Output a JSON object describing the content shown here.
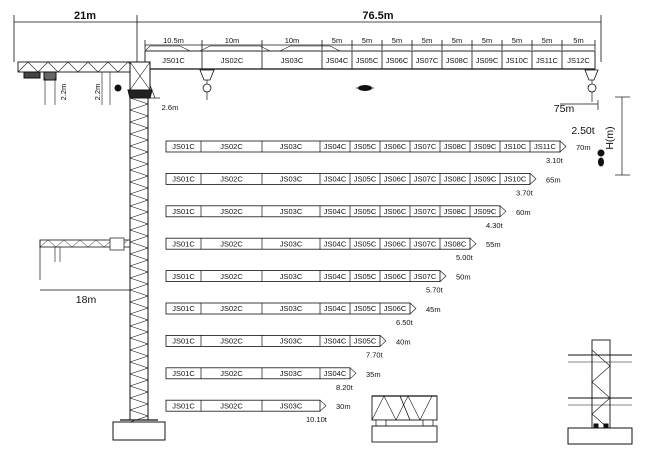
{
  "top_dims": {
    "counter_jib": "21m",
    "total_jib": "76.5m"
  },
  "segments": [
    {
      "id": "JS01C",
      "length": "10.5m"
    },
    {
      "id": "JS02C",
      "length": "10m"
    },
    {
      "id": "JS03C",
      "length": "10m"
    },
    {
      "id": "JS04C",
      "length": "5m"
    },
    {
      "id": "JS05C",
      "length": "5m"
    },
    {
      "id": "JS06C",
      "length": "5m"
    },
    {
      "id": "JS07C",
      "length": "5m"
    },
    {
      "id": "JS08C",
      "length": "5m"
    },
    {
      "id": "JS09C",
      "length": "5m"
    },
    {
      "id": "JS10C",
      "length": "5m"
    },
    {
      "id": "JS11C",
      "length": "5m"
    },
    {
      "id": "JS12C",
      "length": "5m"
    }
  ],
  "side_dims": {
    "left_height_a": "2.2m",
    "left_height_b": "2.2m",
    "trolley_offset": "2.6m",
    "max_radius": "75m",
    "tip_load": "2.50t",
    "hook_height": "H(m)",
    "lower_jib_length": "18m"
  },
  "configurations": [
    {
      "length": "70m",
      "tip_load": "3.10t",
      "segments": 11
    },
    {
      "length": "65m",
      "tip_load": "3.70t",
      "segments": 10
    },
    {
      "length": "60m",
      "tip_load": "4.30t",
      "segments": 9
    },
    {
      "length": "55m",
      "tip_load": "5.00t",
      "segments": 8
    },
    {
      "length": "50m",
      "tip_load": "5.70t",
      "segments": 7
    },
    {
      "length": "45m",
      "tip_load": "6.50t",
      "segments": 6
    },
    {
      "length": "40m",
      "tip_load": "7.70t",
      "segments": 5
    },
    {
      "length": "35m",
      "tip_load": "8.20t",
      "segments": 4
    },
    {
      "length": "30m",
      "tip_load": "10.10t",
      "segments": 3
    }
  ]
}
